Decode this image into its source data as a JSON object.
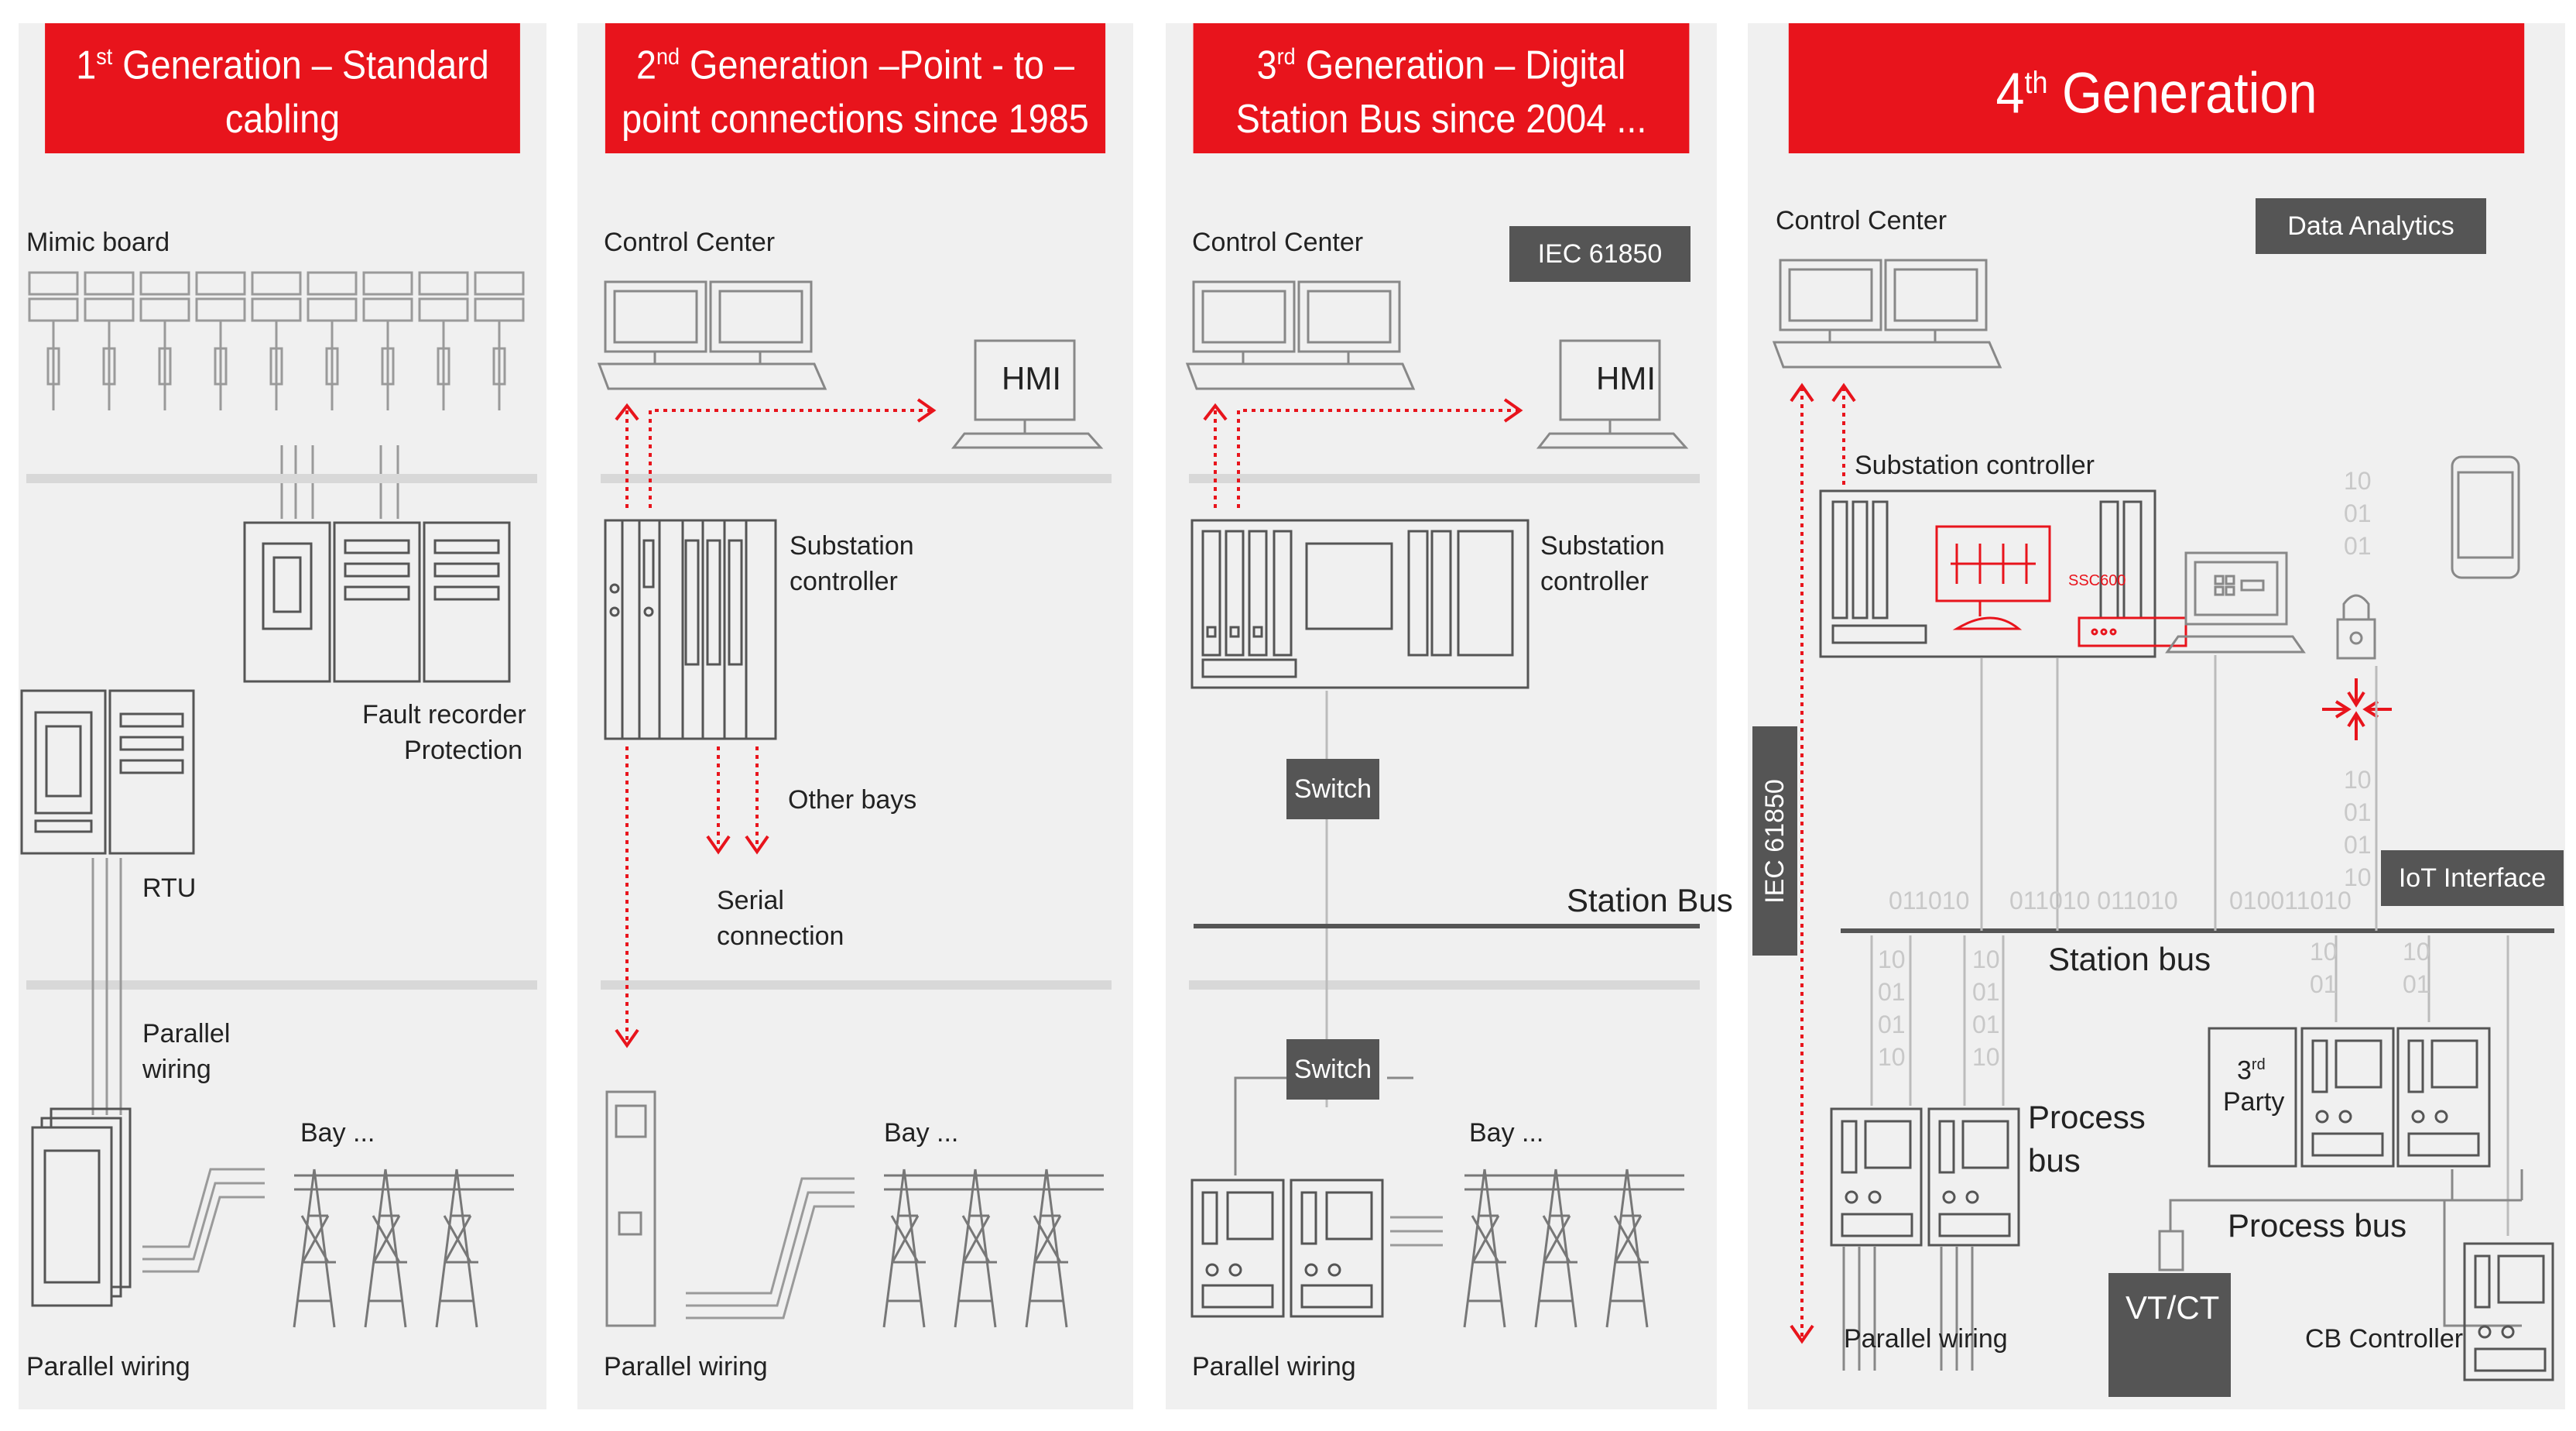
{
  "panels": [
    {
      "gen": "1",
      "sup": "st",
      "title_rest": " Generation – Standard",
      "title_line2": "cabling",
      "labels": {
        "mimic_board": "Mimic board",
        "fault_recorder": "Fault recorder",
        "protection": "Protection",
        "rtu": "RTU",
        "parallel_wiring_mid": "Parallel",
        "parallel_wiring_mid2": "wiring",
        "bay": "Bay ...",
        "parallel_wiring": "Parallel wiring"
      }
    },
    {
      "gen": "2",
      "sup": "nd",
      "title_rest": " Generation –Point - to –",
      "title_line2": "point connections since 1985",
      "labels": {
        "control_center": "Control Center",
        "hmi": "HMI",
        "substation": "Substation",
        "controller": "controller",
        "other_bays": "Other bays",
        "serial": "Serial",
        "connection": "connection",
        "bay": "Bay ...",
        "parallel_wiring": "Parallel wiring"
      }
    },
    {
      "gen": "3",
      "sup": "rd",
      "title_rest": "  Generation – Digital",
      "title_line2": "Station Bus since 2004 ...",
      "labels": {
        "control_center": "Control Center",
        "iec": "IEC 61850",
        "hmi": "HMI",
        "substation": "Substation",
        "controller": "controller",
        "switch1": "Switch",
        "station_bus": "Station Bus",
        "switch2": "Switch",
        "bay": "Bay ...",
        "parallel_wiring": "Parallel wiring"
      }
    },
    {
      "gen": "4",
      "sup": "th",
      "title_rest": " Generation",
      "title_line2": "",
      "labels": {
        "control_center": "Control Center",
        "data_analytics": "Data Analytics",
        "substation_controller": "Substation controller",
        "iec_vertical": "IEC 61850",
        "iot_interface": "IoT Interface",
        "station_bus": "Station bus",
        "party_sup": "rd",
        "party_num": "3",
        "party": "Party",
        "process_bus_a": "Process",
        "process_bus_b": "bus",
        "process_bus": "Process bus",
        "vtct": "VT/CT",
        "parallel_wiring": "Parallel wiring",
        "cb_controller": "CB Controller",
        "screen_text": "SSC600"
      },
      "binary": {
        "bus_bits": [
          "011010",
          "011010 011010",
          "010011010"
        ],
        "col_a": [
          "10",
          "01",
          "01"
        ],
        "col_b": [
          "10",
          "01",
          "01",
          "10"
        ],
        "col_c": [
          "10",
          "01",
          "01",
          "10"
        ],
        "col_d": [
          "10",
          "01",
          "01",
          "10"
        ],
        "col_e": [
          "10",
          "01"
        ],
        "col_f": [
          "10",
          "01"
        ]
      }
    }
  ],
  "colors": {
    "header_red": "#e8141c",
    "dark_box": "#555555",
    "panel_bg": "#f0f0f0",
    "arrow_red": "#e8141c"
  }
}
